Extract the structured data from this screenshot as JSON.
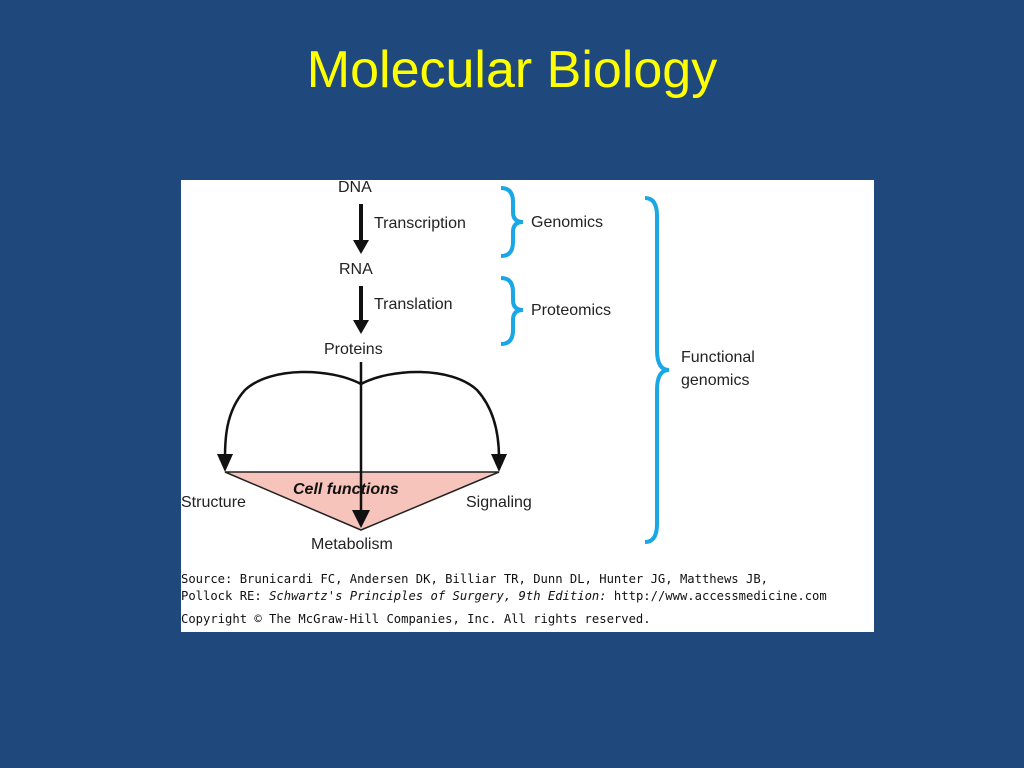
{
  "slide": {
    "title": "Molecular Biology"
  },
  "diagram": {
    "nodes": {
      "dna": "DNA",
      "rna": "RNA",
      "proteins": "Proteins",
      "structure": "Structure",
      "signaling": "Signaling",
      "metabolism": "Metabolism",
      "cell_functions": "Cell functions"
    },
    "edges": {
      "transcription": "Transcription",
      "translation": "Translation"
    },
    "brackets": {
      "genomics": "Genomics",
      "proteomics": "Proteomics",
      "functional_line1": "Functional",
      "functional_line2": "genomics"
    },
    "colors": {
      "bracket": "#1aa7e6",
      "cell_functions_fill": "#f7c4bc",
      "arrow": "#111111"
    }
  },
  "citation": {
    "line1": "Source: Brunicardi FC, Andersen DK, Billiar TR, Dunn DL, Hunter JG, Matthews JB,",
    "line2_prefix": "Pollock RE: ",
    "line2_book": "Schwartz's Principles of Surgery, 9th Edition:",
    "line2_url": " http://www.accessmedicine.com",
    "line3": "Copyright © The McGraw-Hill Companies, Inc. All rights reserved."
  }
}
